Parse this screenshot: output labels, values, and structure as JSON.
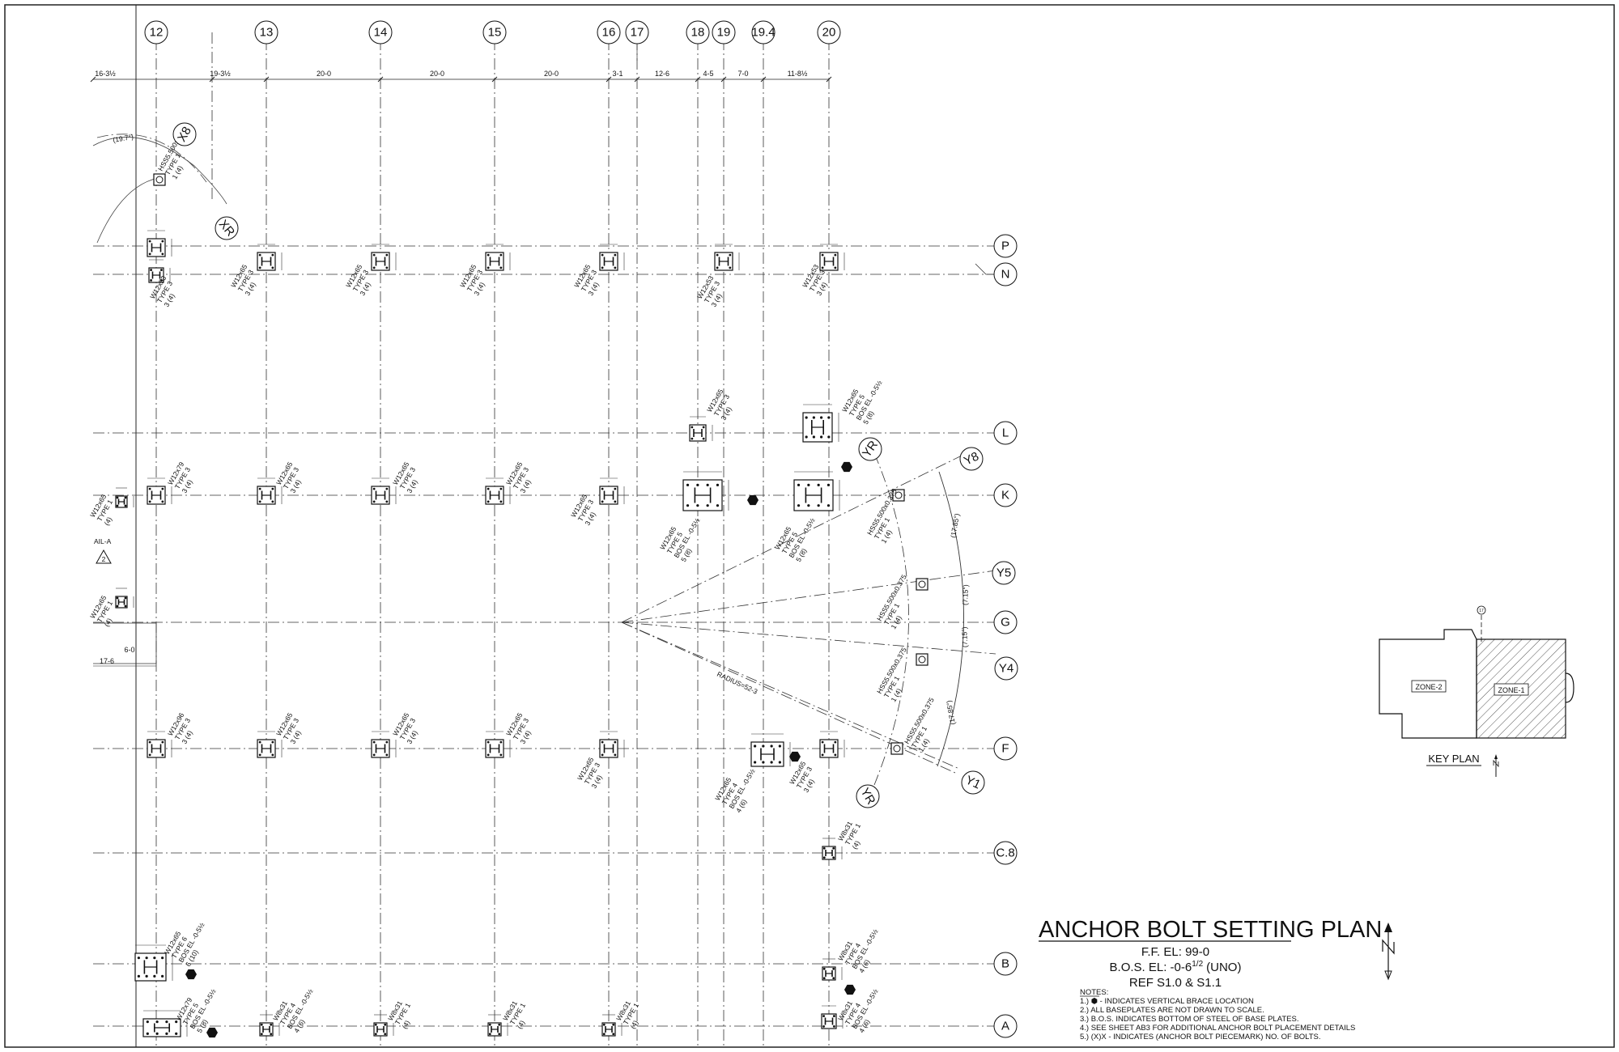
{
  "sheet": {
    "title": "ANCHOR BOLT SETTING PLAN",
    "ff_el": "F.F. EL: 99-0",
    "bos_el": "B.O.S. EL: -0-6",
    "bos_el_frac": "1/2",
    "bos_el_suffix": "(UNO)",
    "ref": "REF S1.0 & S1.1",
    "notes_heading": "NOTES:",
    "notes": [
      "1.) ⬢ - INDICATES VERTICAL BRACE LOCATION",
      "2.) ALL BASEPLATES ARE NOT DRAWN TO SCALE.",
      "3.) B.O.S. INDICATES BOTTOM OF STEEL OF BASE PLATES.",
      "4.) SEE SHEET AB3 FOR ADDITIONAL ANCHOR BOLT PLACEMENT DETAILS",
      "5.) (X)X - INDICATES (ANCHOR BOLT PIECEMARK) NO. OF BOLTS."
    ]
  },
  "grid": {
    "columns": [
      "12",
      "13",
      "14",
      "15",
      "16",
      "17",
      "18",
      "19",
      "19.4",
      "20"
    ],
    "rows": [
      "P",
      "N",
      "L",
      "K",
      "G",
      "F",
      "C.8",
      "B",
      "A"
    ],
    "radial": [
      "X8",
      "XR",
      "Y8",
      "YR",
      "Y5",
      "Y4",
      "Y1",
      "YR"
    ]
  },
  "dimensions": [
    "16-3½",
    "19-3½",
    "20-0",
    "20-0",
    "20-0",
    "3-1",
    "12-6",
    "4-5",
    "7-0",
    "11-8½",
    "17-6",
    "6-0"
  ],
  "annotations": {
    "radius": "RADIUS=52-3",
    "arc_dims": [
      "(19.7°)",
      "(17.85°)",
      "(7.15°)",
      "(7.15°)",
      "(17.85°)"
    ],
    "detail_tag": "AIL-A",
    "detail_no": "2"
  },
  "columns": {
    "w12x65": "W12x65",
    "w12x53": "W12x53",
    "w12x79": "W12x79",
    "w12x96": "W12x96",
    "w8x31": "W8x31",
    "hss": "HSS5.500x0.375",
    "type1": "TYPE 1",
    "type3": "TYPE 3",
    "type4": "TYPE 4",
    "type5": "TYPE 5",
    "type6": "TYPE 6",
    "bolts2": "(4)",
    "bolts_a": "1 (4)",
    "bolts_b": "3 (4)",
    "bolts_c": "5 (8)",
    "bolts_d": "4 (6)",
    "bolts_e": "6 (10)",
    "bos": "BOS EL -0-5½"
  },
  "key_plan": {
    "title": "KEY PLAN",
    "zone2": "ZONE-2",
    "zone1": "ZONE-1",
    "marker": "17"
  }
}
